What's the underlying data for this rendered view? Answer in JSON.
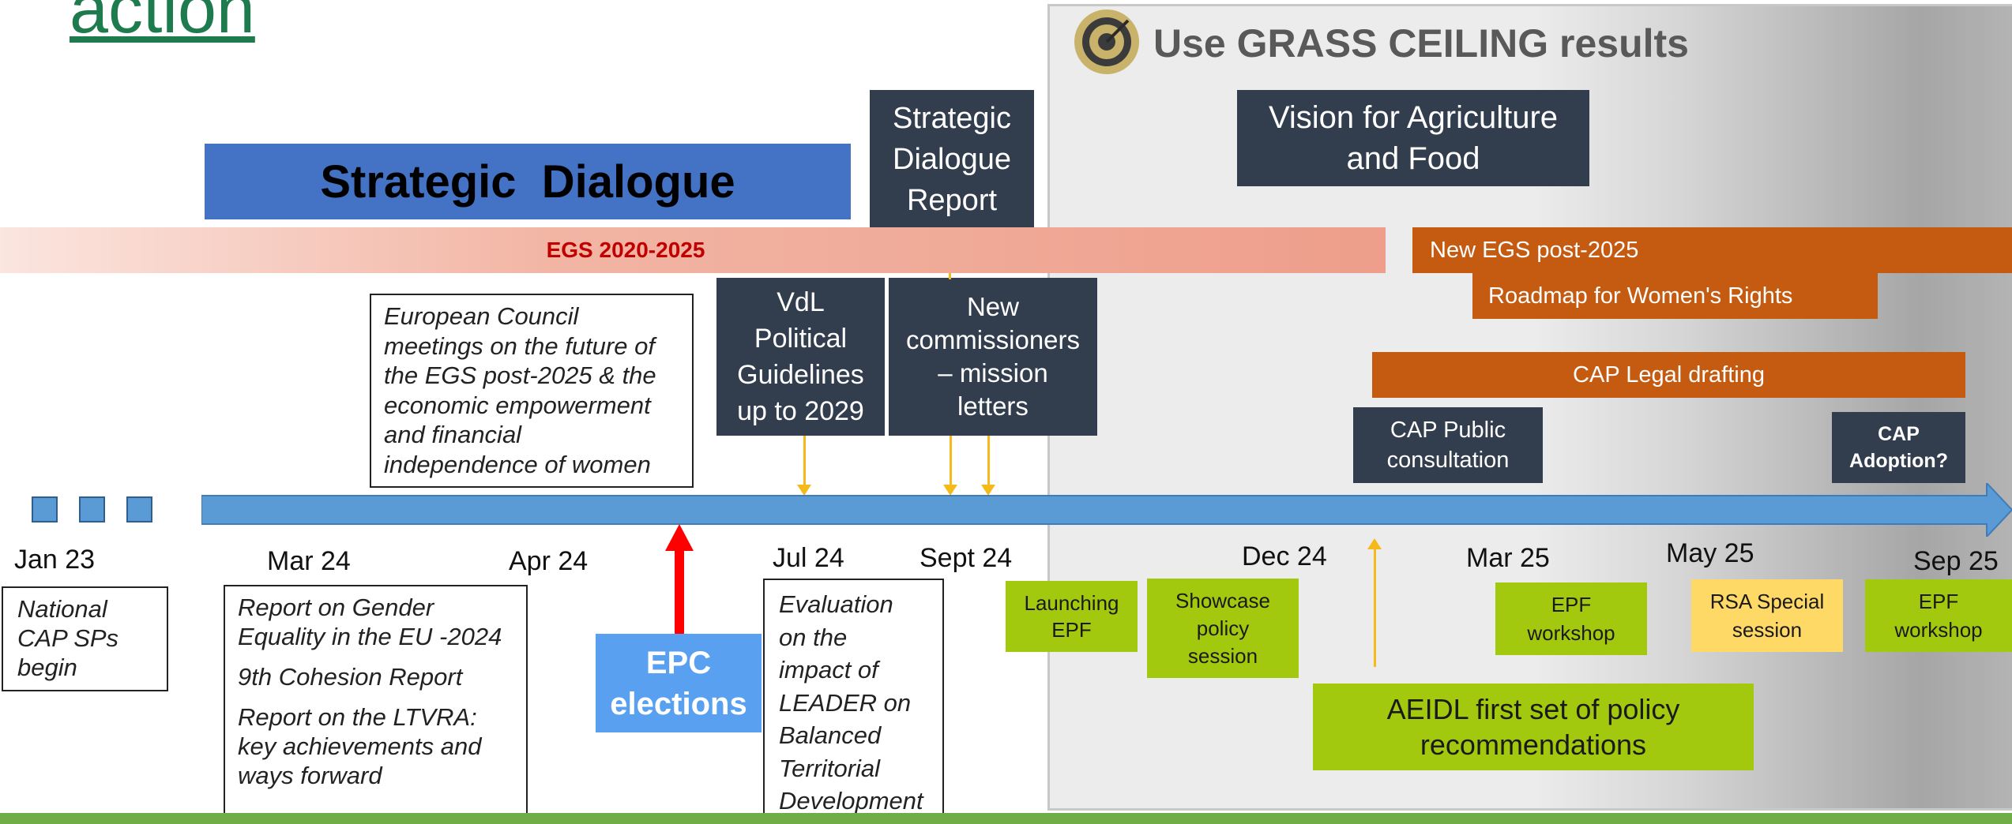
{
  "title": "action",
  "panel": {
    "title": "Use GRASS CEILING results",
    "icon": "target-icon"
  },
  "strategic_dialogue": "Strategic  Dialogue",
  "strategic_dialogue_report": "Strategic\nDialogue\nReport",
  "vision": "Vision for Agriculture\nand Food",
  "egs_bar": "EGS 2020-2025",
  "new_egs": "New EGS post-2025",
  "roadmap": "Roadmap for Women's Rights",
  "cap_legal": "CAP Legal drafting",
  "cap_public": "CAP Public\nconsultation",
  "cap_adoption": "CAP\nAdoption?",
  "vdl": "VdL\nPolitical\nGuidelines\nup to 2029",
  "new_commissioners": "New\ncommissioners\n– mission\nletters",
  "european_council": "European Council\nmeetings on the future of\nthe EGS post-2025 & the\neconomic empowerment\nand financial\nindependence of women",
  "dates": [
    "Jan 23",
    "Mar 24",
    "Apr 24",
    "Jul 24",
    "Sept 24",
    "Dec 24",
    "Mar 25",
    "May 25",
    "Sep 25"
  ],
  "national_cap": "National\nCAP SPs\nbegin",
  "reports": [
    "Report on Gender\nEquality in the EU -2024",
    "9th Cohesion Report",
    "Report on the LTVRA:\nkey achievements and\nways forward"
  ],
  "epc": "EPC\nelections",
  "evaluation": "Evaluation\non the\nimpact of\nLEADER on\nBalanced\nTerritorial\nDevelopment",
  "launching_epf": "Launching\nEPF",
  "showcase": "Showcase\npolicy\nsession",
  "epf_workshop_1": "EPF\nworkshop",
  "rsa": "RSA Special\nsession",
  "epf_workshop_2": "EPF\nworkshop",
  "aeidl": "AEIDL first set of policy\nrecommendations",
  "colors": {
    "timeline": "#5b9bd5",
    "dark": "#323d4e",
    "orange": "#c55a11",
    "green": "#a3c90f",
    "rsa": "#ffd966",
    "egs": "#c00000",
    "arrow_red": "#ff0000",
    "connector": "#f5b91a"
  }
}
